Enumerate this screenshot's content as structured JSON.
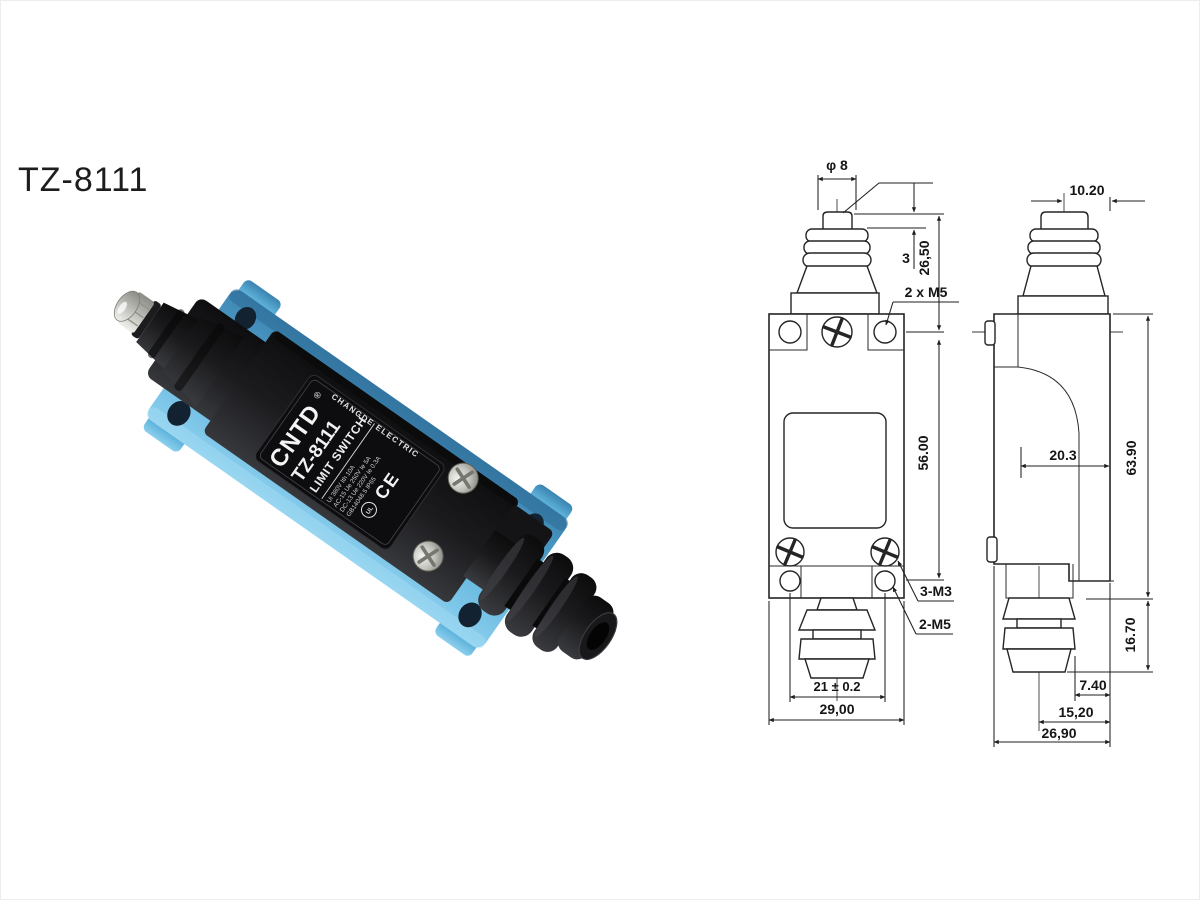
{
  "page": {
    "title": "TZ-8111"
  },
  "photo": {
    "label": {
      "brand": "CNTD",
      "reg": "®",
      "model": "TZ-8111",
      "type_line": "LIMIT SWITCH",
      "spec_rows": [
        "Ui 380V  Ith 10A",
        "AC-15  Ue 250V  Ie 5A",
        "DC-13  Ue 220V  Ie 0.3A",
        "GB14048.5   IP65"
      ],
      "ul_mark": "UL",
      "ce_mark": "CE",
      "footer": "CHANGDE ELECTRIC"
    },
    "colors": {
      "base_blue": "#5fb4dc",
      "body_black": "#17171a",
      "metal": "#c9c9c5"
    }
  },
  "front_view": {
    "dim_plunger_dia": "φ 8",
    "dim_overtravel": "3",
    "dim_tip_to_mount": "26,50",
    "label_mount_holes_top": "2 x M5",
    "dim_mount_spacing": "56.00",
    "label_screws": "3-M3",
    "label_mount_holes_bottom": "2-M5",
    "dim_hole_pitch": "21 ± 0.2",
    "dim_body_width": "29,00"
  },
  "side_view": {
    "dim_head_width": "10.20",
    "dim_cavity_depth": "20.3",
    "dim_body_height": "63.90",
    "dim_gland_length": "16.70",
    "dim_gland_to_back": "7.40",
    "dim_center_to_back": "15,20",
    "dim_overall_depth": "26,90"
  }
}
